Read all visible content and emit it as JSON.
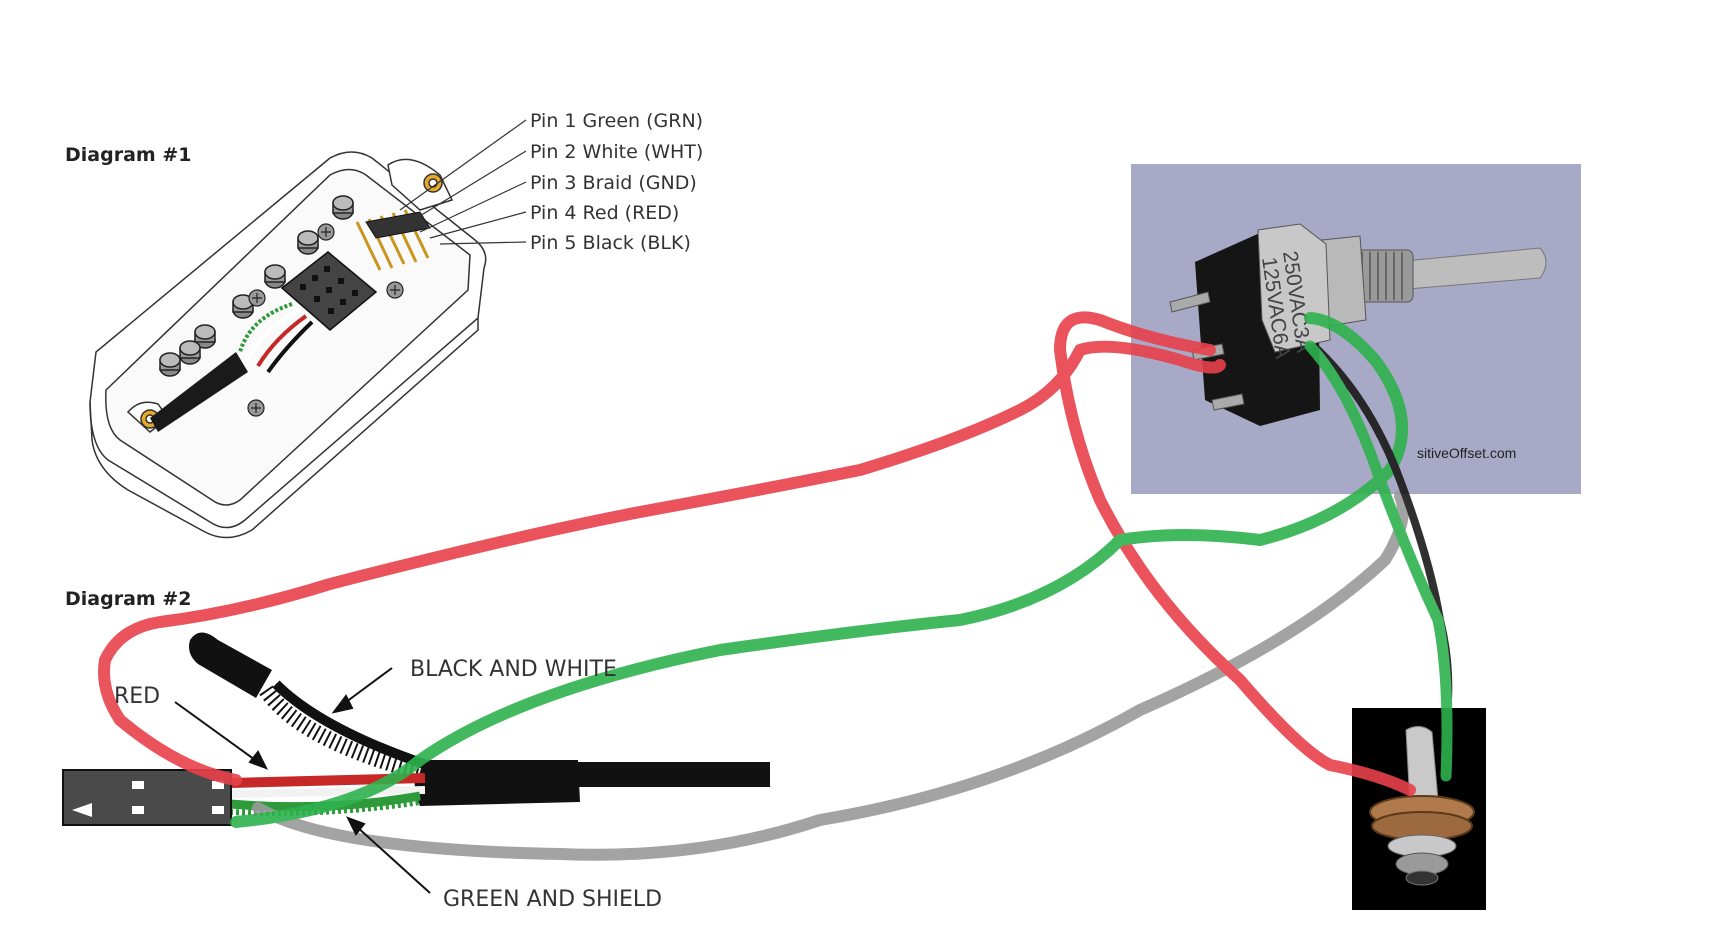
{
  "diagram1": {
    "title": "Diagram #1",
    "pins": [
      {
        "label": "Pin 1 Green (GRN)"
      },
      {
        "label": "Pin 2 White (WHT)"
      },
      {
        "label": "Pin 3 Braid (GND)"
      },
      {
        "label": "Pin 4 Red (RED)"
      },
      {
        "label": "Pin 5 Black (BLK)"
      }
    ]
  },
  "diagram2": {
    "title": "Diagram #2",
    "labels": {
      "black_white": "BLACK AND WHITE",
      "red": "RED",
      "green_shield": "GREEN AND SHIELD"
    }
  },
  "toggle_switch": {
    "rating_line1": "250VAC3A",
    "rating_line2": "125VAC6A",
    "watermark": "sitiveOffset.com"
  },
  "wire_colors": {
    "red": "#e8414b",
    "green": "#2fb24e",
    "grey": "#9a9a9a",
    "black": "#1a1a1a"
  }
}
